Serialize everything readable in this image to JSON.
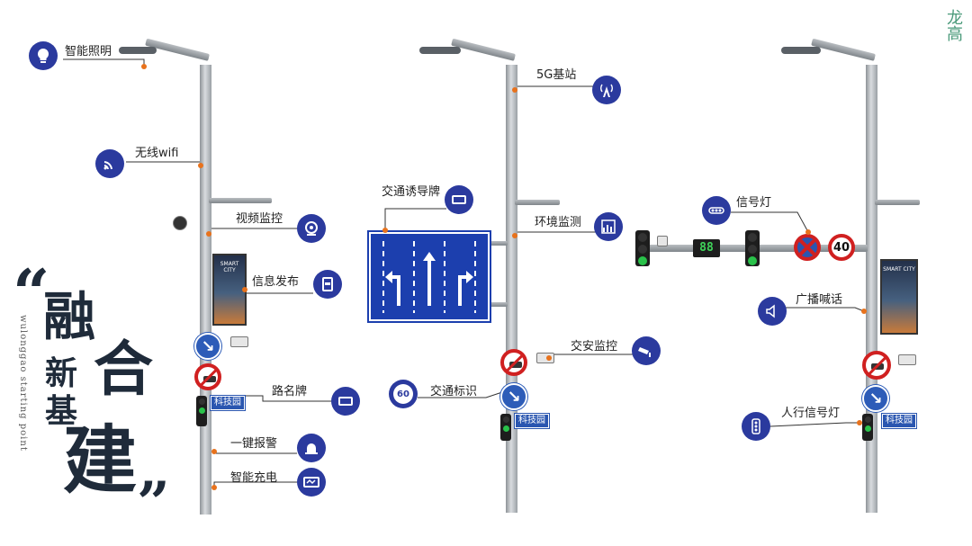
{
  "seal": "龙高",
  "slogan": {
    "quote_open": "“",
    "quote_close": "”",
    "chars": [
      "融",
      "合",
      "新",
      "基",
      "建"
    ],
    "vertical_en": "wulonggao starting point"
  },
  "pole1": {
    "features": [
      {
        "label": "智能照明",
        "icon": "bulb-icon"
      },
      {
        "label": "无线wifi",
        "icon": "wifi-icon"
      },
      {
        "label": "视频监控",
        "icon": "camera-icon"
      },
      {
        "label": "信息发布",
        "icon": "display-icon"
      },
      {
        "label": "路名牌",
        "icon": "sign-icon"
      },
      {
        "label": "一键报警",
        "icon": "alarm-icon"
      },
      {
        "label": "智能充电",
        "icon": "charge-icon"
      }
    ],
    "screen_text": "SMART CITY",
    "street_sign": "科技园"
  },
  "pole2": {
    "features": [
      {
        "label": "5G基站",
        "icon": "antenna-icon"
      },
      {
        "label": "交通诱导牌",
        "icon": "panel-icon"
      },
      {
        "label": "环境监测",
        "icon": "chart-icon"
      },
      {
        "label": "交安监控",
        "icon": "cctv-icon"
      },
      {
        "label": "交通标识",
        "icon": "speed-icon"
      }
    ],
    "speed_icon_text": "60",
    "street_sign": "科技园"
  },
  "pole3": {
    "features": [
      {
        "label": "信号灯",
        "icon": "traffic-light-icon"
      },
      {
        "label": "广播喊话",
        "icon": "speaker-icon"
      },
      {
        "label": "人行信号灯",
        "icon": "pedestrian-light-icon"
      }
    ],
    "speed_sign": "40",
    "countdown": "88",
    "screen_text": "SMART CITY",
    "street_sign": "科技园"
  }
}
